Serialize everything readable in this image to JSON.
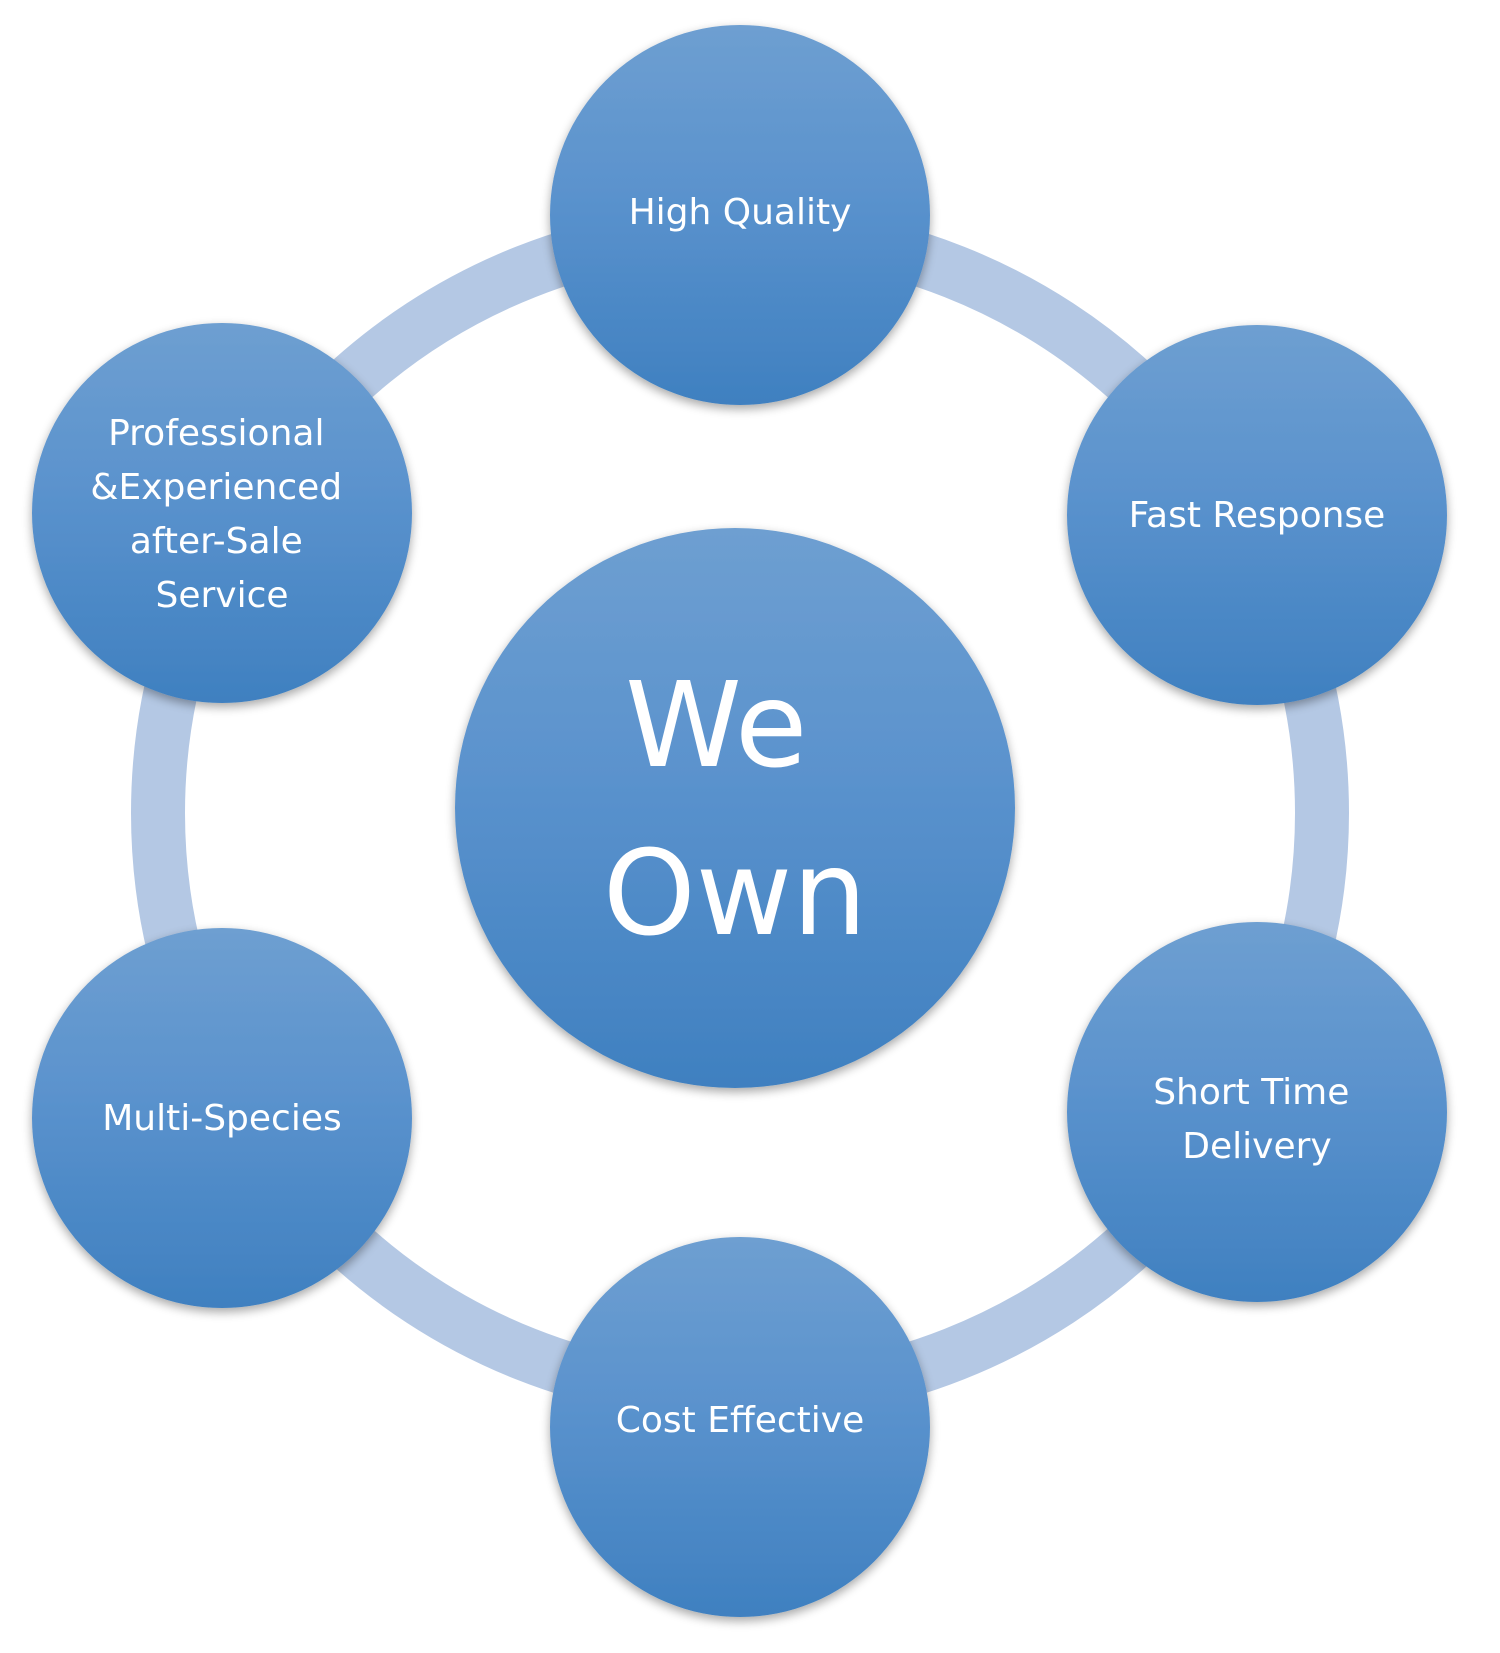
{
  "colors": {
    "ring": "#b4c8e4",
    "node_top": "#6e9fd1",
    "node_bottom": "#3f80c0",
    "text": "#ffffff"
  },
  "center": {
    "lines": [
      "We",
      "Own"
    ]
  },
  "nodes": [
    {
      "id": "high-quality",
      "lines": [
        "High Quality"
      ]
    },
    {
      "id": "fast-response",
      "lines": [
        "Fast Response"
      ]
    },
    {
      "id": "short-time-delivery",
      "lines": [
        "Short Time",
        "Delivery"
      ]
    },
    {
      "id": "cost-effective",
      "lines": [
        "Cost Effective"
      ]
    },
    {
      "id": "multi-species",
      "lines": [
        "Multi-Species"
      ]
    },
    {
      "id": "professional-service",
      "lines": [
        "Professional",
        "&Experienced",
        "after-Sale",
        "Service"
      ]
    }
  ]
}
